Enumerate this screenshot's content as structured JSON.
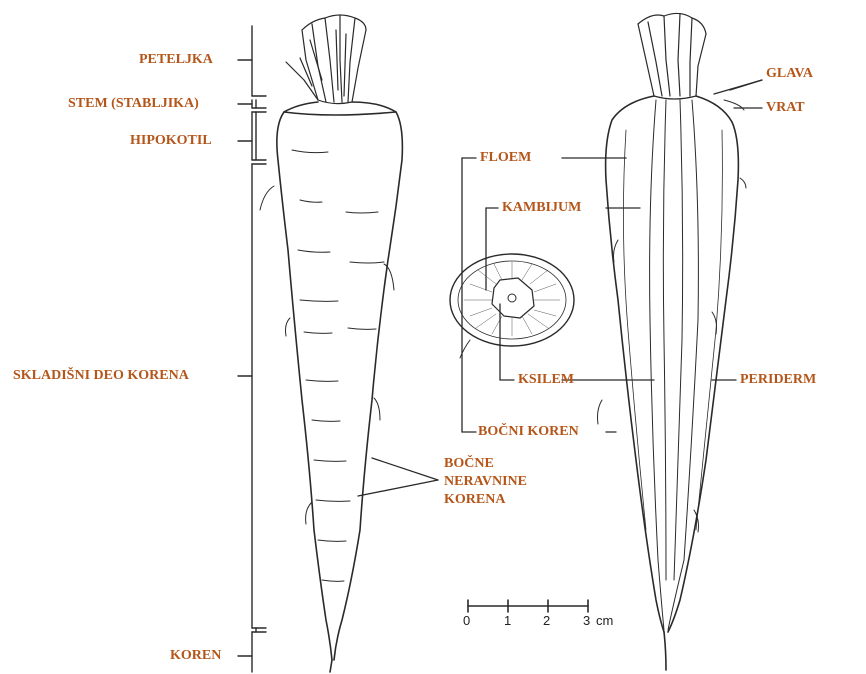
{
  "colors": {
    "label": "#b4561a",
    "ink": "#2a2a2a"
  },
  "labels": {
    "peteljka": "PETELJKA",
    "stem": "STEM (STABLJIKA)",
    "hipokotil": "HIPOKOTIL",
    "skladisni": "SKLADIŠNI DEO KORENA",
    "koren": "KOREN",
    "floem": "FLOEM",
    "kambijum": "KAMBIJUM",
    "ksilem": "KSILEM",
    "bocni_koren": "BOČNI KOREN",
    "bocne_1": "BOČNE",
    "bocne_2": "NERAVNINE",
    "bocne_3": "KORENA",
    "glava": "GLAVA",
    "vrat": "VRAT",
    "periderm": "PERIDERM"
  },
  "scale": {
    "ticks": [
      "0",
      "1",
      "2",
      "3"
    ],
    "unit": "cm"
  }
}
